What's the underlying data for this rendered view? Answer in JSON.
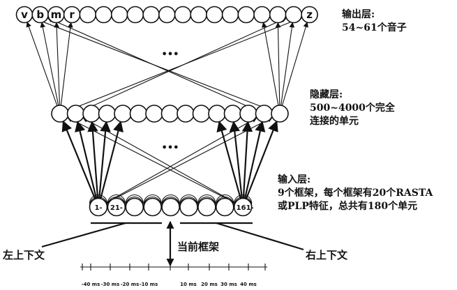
{
  "output_layer": {
    "title": "输出层:",
    "detail": "54~61个音子",
    "unit_labels": [
      "v",
      "b",
      "m",
      "r",
      "z"
    ]
  },
  "hidden_layer": {
    "title": "隐藏层:",
    "detail_line1": "500~4000个完全",
    "detail_line2": "连接的单元"
  },
  "input_layer": {
    "title": "输入层:",
    "detail_line1": "9个框架，每个框架有20个RASTA",
    "detail_line2": "或PLP特征，总共有180个单元",
    "unit_labels": [
      "1-",
      "21-",
      "161-"
    ]
  },
  "ellipsis": "•••",
  "context": {
    "left": "左上下文",
    "right": "右上下文",
    "current_frame": "当前框架"
  },
  "time_axis": {
    "tick_labels": [
      "-40 ms",
      "-30 ms",
      "-20 ms",
      "-10 ms",
      "10 ms",
      "20 ms",
      "30 ms",
      "40 ms"
    ]
  }
}
